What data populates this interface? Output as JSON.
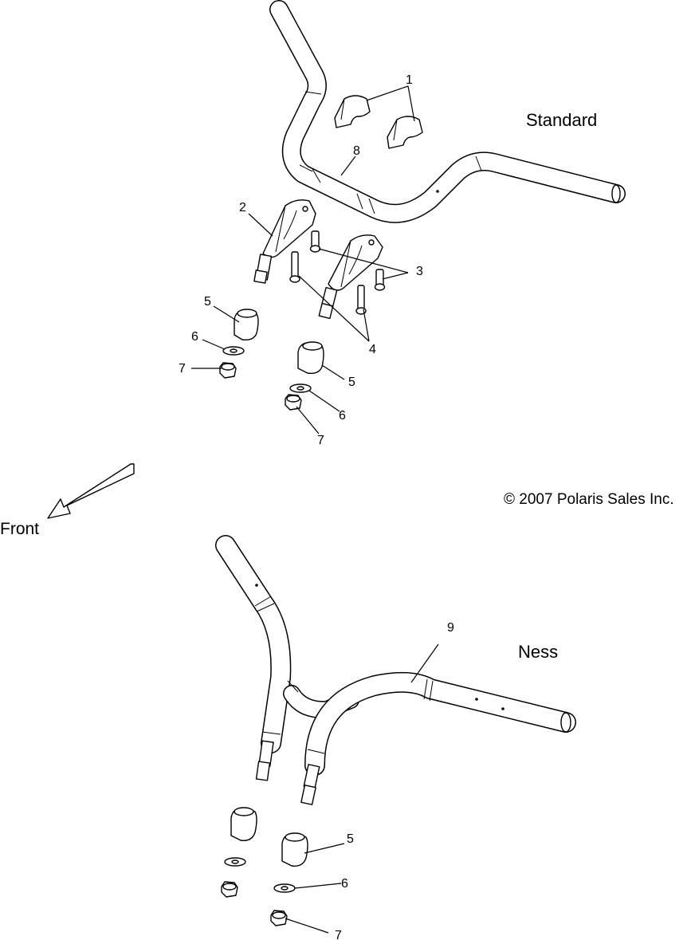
{
  "sections": {
    "standard": "Standard",
    "ness": "Ness"
  },
  "front_label": "Front",
  "copyright": "© 2007 Polaris Sales Inc.",
  "callouts": {
    "c1": "1",
    "c2": "2",
    "c3": "3",
    "c4": "4",
    "c5a": "5",
    "c6a": "6",
    "c7a": "7",
    "c5b": "5",
    "c6b": "6",
    "c7b": "7",
    "c8": "8",
    "c9": "9",
    "c5c": "5",
    "c6c": "6",
    "c7c": "7"
  }
}
